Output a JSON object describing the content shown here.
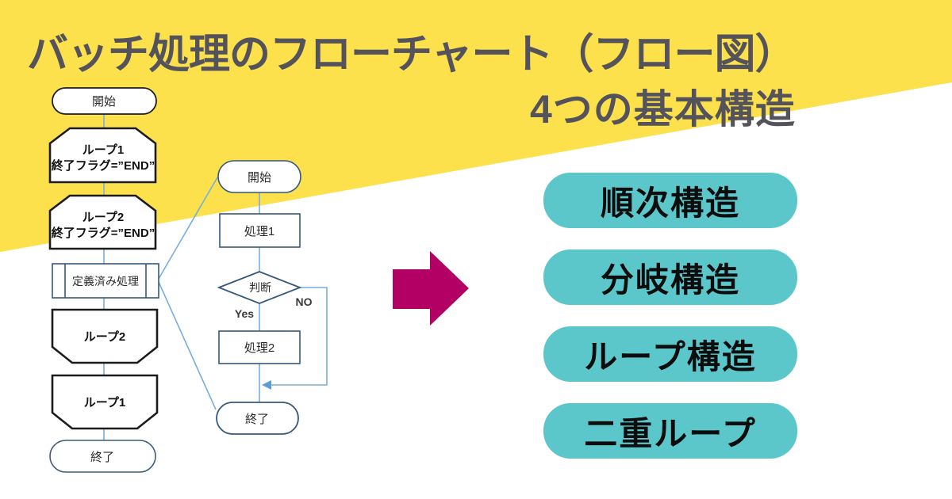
{
  "title": {
    "line1": "バッチ処理のフローチャート（フロー図）",
    "line2": "4つの基本構造"
  },
  "colors": {
    "background_yellow": "#FCE04C",
    "background_white": "#FFFFFF",
    "title_text": "#54535C",
    "pill_fill": "#5CC7CB",
    "pill_text": "#0D0D0D",
    "arrow_magenta": "#B20064",
    "connector_blue": "#79AEDB",
    "shape_border_black": "#1C1C1C",
    "shape_border_blue": "#36587C"
  },
  "flowchart_left": {
    "start": "開始",
    "loop1_begin_line1": "ループ1",
    "loop1_begin_line2": "終了フラグ=”END”",
    "loop2_begin_line1": "ループ2",
    "loop2_begin_line2": "終了フラグ=”END”",
    "predefined_process": "定義済み処理",
    "loop2_end": "ループ2",
    "loop1_end": "ループ1",
    "end": "終了"
  },
  "flowchart_middle": {
    "start": "開始",
    "process1": "処理1",
    "decision": "判断",
    "yes_label": "Yes",
    "no_label": "NO",
    "process2": "処理2",
    "end": "終了"
  },
  "structures": [
    {
      "label": "順次構造"
    },
    {
      "label": "分岐構造"
    },
    {
      "label": "ループ構造"
    },
    {
      "label": "二重ループ"
    }
  ],
  "icons": {
    "arrow_right": "right-arrow"
  }
}
